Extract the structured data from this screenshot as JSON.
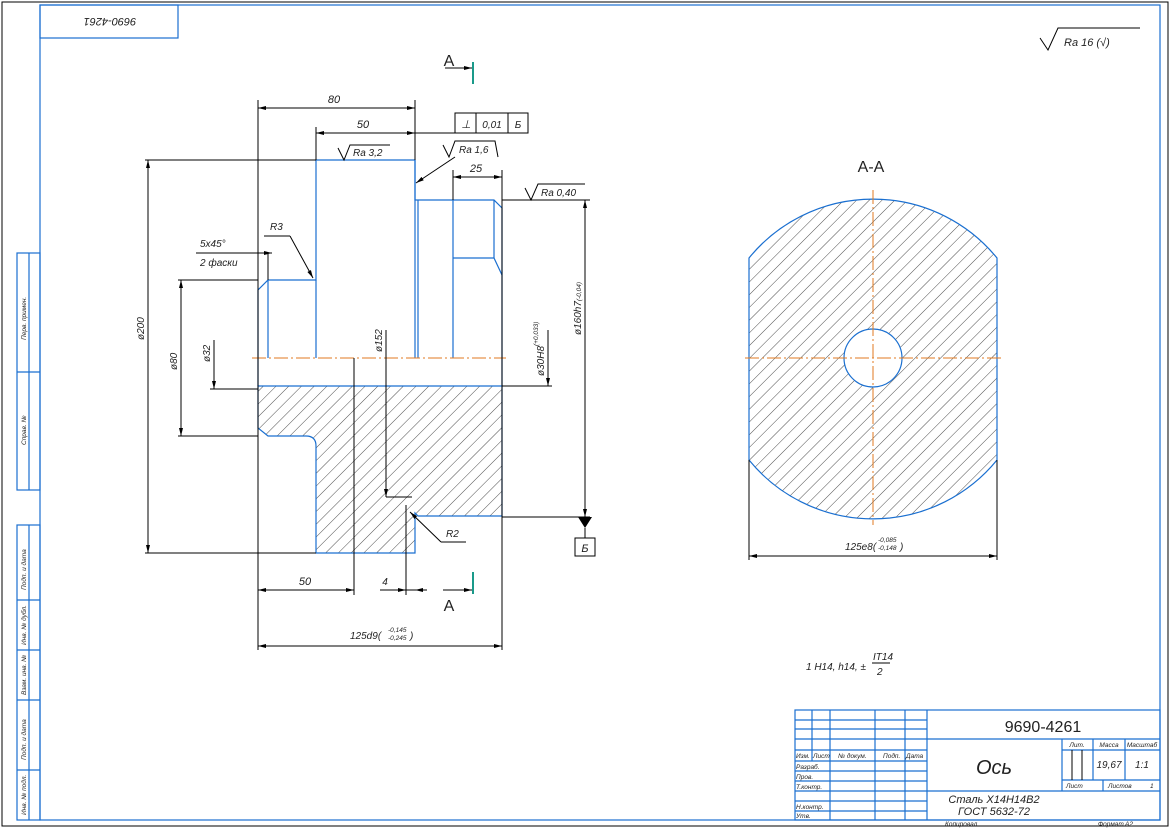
{
  "drawing": {
    "doc_number": "9690-4261",
    "doc_number_rotated": "9690-4261",
    "surface_finish_general": "Ra 16 (",
    "surface_finish_general_mark": "√",
    "surface_finish_general_close": ")",
    "section_mark": "А",
    "section_title": "А-А",
    "general_tolerance_note": "1 H14, h14, ±",
    "general_tolerance_num": "IT14",
    "general_tolerance_den": "2"
  },
  "main_view": {
    "dim_80": "80",
    "dim_50_top": "50",
    "dim_25": "25",
    "dim_d200": "ø200",
    "dim_d80": "ø80",
    "dim_d32": "ø32",
    "dim_d152": "ø152",
    "dim_d30": "ø30H8",
    "dim_d30_tol": "(+0,033)",
    "dim_d160": "ø160h7",
    "dim_d160_tol": "(-0,04)",
    "dim_50_bottom": "50",
    "dim_4": "4",
    "dim_125": "125d9",
    "dim_125_tol_upper": "-0,145",
    "dim_125_tol_lower": "-0,245",
    "r3": "R3",
    "r2": "R2",
    "chamfer": "5x45°",
    "chamfer_note": "2 фаски",
    "ra_32": "Ra 3,2",
    "ra_16": "Ra 1,6",
    "ra_040": "Ra 0,40",
    "gdt_symbol": "⊥",
    "gdt_value": "0,01",
    "gdt_datum": "Б",
    "datum_label": "Б"
  },
  "section_view": {
    "dim_125": "125e8",
    "dim_125_tol_upper": "-0,085",
    "dim_125_tol_lower": "-0,148"
  },
  "title_block": {
    "part_name": "Ось",
    "material_line1": "Сталь Х14Н14В2",
    "material_line2": "ГОСТ 5632-72",
    "col_izm": "Изм.",
    "col_list": "Лист",
    "col_doc": "№ докум.",
    "col_sign": "Подп.",
    "col_date": "Дата",
    "row_razrab": "Разраб.",
    "row_prov": "Пров.",
    "row_tkontr": "Т.контр.",
    "row_nkontr": "Н.контр.",
    "row_utv": "Утв.",
    "lit_label": "Лит.",
    "mass_label": "Масса",
    "scale_label": "Масштаб",
    "mass_value": "19,67",
    "scale_value": "1:1",
    "sheet_label": "Лист",
    "sheets_label": "Листов",
    "sheets_value": "1",
    "copied": "Копировал",
    "format_label": "Формат",
    "format_value": "A2"
  },
  "side_strip": [
    "Перв. примен.",
    "Справ. №",
    "Подп. и дата",
    "Инв. № дубл.",
    "Взам. инв. №",
    "Подп. и дата",
    "Инв. № подл."
  ],
  "colors": {
    "outline": "#1a6fd0",
    "centerline": "#e07a20",
    "section_mark": "#1a9a8a"
  }
}
